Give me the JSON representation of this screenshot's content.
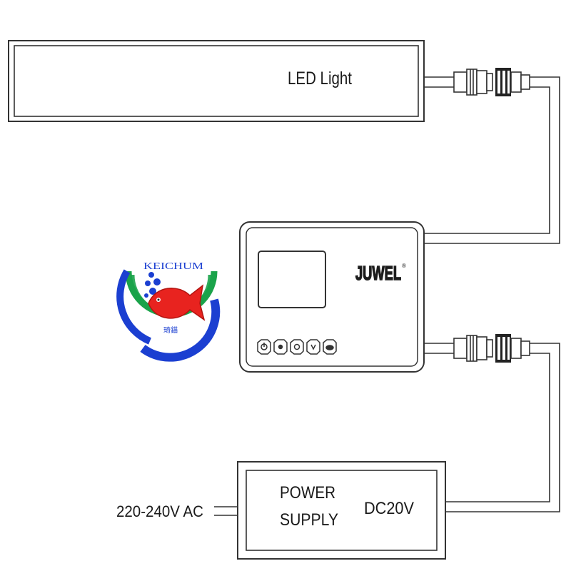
{
  "diagram": {
    "led_label": "LED Light",
    "controller_brand": "JUWEL",
    "power_supply_line1": "POWER",
    "power_supply_line2": "SUPPLY",
    "output_label": "DC20V",
    "input_label": "220-240V AC",
    "controller_buttons": [
      "power-icon",
      "sun-icon",
      "cycle-icon",
      "moon-icon",
      "cloud-icon"
    ]
  },
  "watermark": {
    "brand": "KEICHUM",
    "sub": "琦錨"
  },
  "colors": {
    "line": "#333333",
    "logo_green": "#1aa34a",
    "logo_blue": "#1b3fd1",
    "logo_fish": "#e8231f"
  }
}
